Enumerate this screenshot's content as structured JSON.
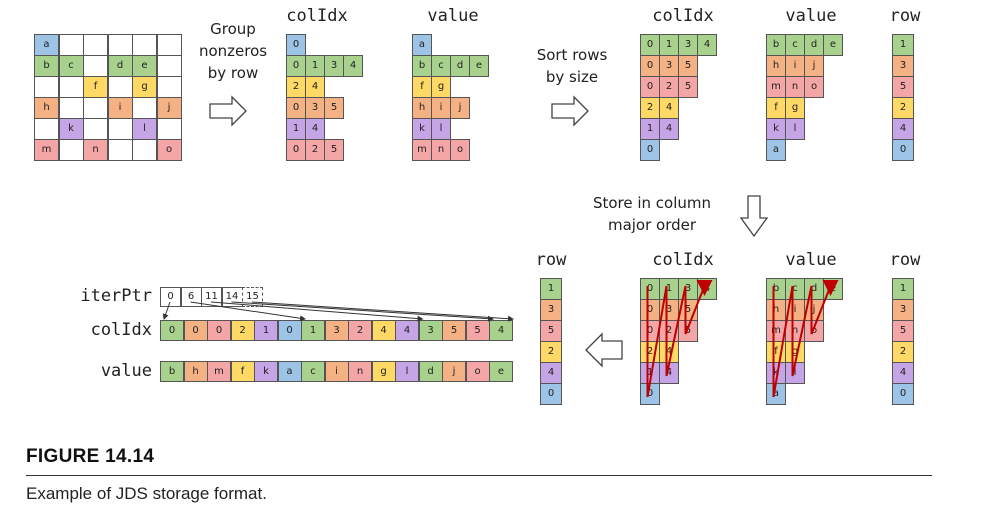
{
  "colors": {
    "blue": "#9dc3e6",
    "green": "#a9d18e",
    "orange": "#f4b183",
    "yellow": "#ffd966",
    "purple": "#c5a5e6",
    "pink": "#f4a6a6",
    "white": "#ffffff"
  },
  "matrix": [
    [
      "a",
      "",
      "",
      "",
      "",
      ""
    ],
    [
      "b",
      "c",
      "",
      "d",
      "e",
      ""
    ],
    [
      "",
      "",
      "f",
      "",
      "g",
      ""
    ],
    [
      "h",
      "",
      "",
      "i",
      "",
      "j"
    ],
    [
      "",
      "k",
      "",
      "",
      "l",
      ""
    ],
    [
      "m",
      "",
      "n",
      "",
      "",
      "o"
    ]
  ],
  "row_colors": [
    "blue",
    "green",
    "yellow",
    "orange",
    "purple",
    "pink"
  ],
  "grouped": {
    "colidx_header": "colIdx",
    "value_header": "value",
    "colidx": [
      [
        "0"
      ],
      [
        "0",
        "1",
        "3",
        "4"
      ],
      [
        "2",
        "4"
      ],
      [
        "0",
        "3",
        "5"
      ],
      [
        "1",
        "4"
      ],
      [
        "0",
        "2",
        "5"
      ]
    ],
    "value": [
      [
        "a"
      ],
      [
        "b",
        "c",
        "d",
        "e"
      ],
      [
        "f",
        "g"
      ],
      [
        "h",
        "i",
        "j"
      ],
      [
        "k",
        "l"
      ],
      [
        "m",
        "n",
        "o"
      ]
    ]
  },
  "sorted": {
    "colidx_header": "colIdx",
    "value_header": "value",
    "row_header": "row",
    "order": [
      1,
      3,
      5,
      2,
      4,
      0
    ],
    "row": [
      "1",
      "3",
      "5",
      "2",
      "4",
      "0"
    ]
  },
  "steps": {
    "group": "Group nonzeros by row",
    "sort": "Sort rows by size",
    "store": "Store in column major order"
  },
  "jds": {
    "iterptr_label": "iterPtr",
    "colidx_label": "colIdx",
    "value_label": "value",
    "iterptr": [
      "0",
      "6",
      "11",
      "14",
      "15"
    ],
    "colidx": [
      "0",
      "0",
      "0",
      "2",
      "1",
      "0",
      "1",
      "3",
      "2",
      "4",
      "4",
      "3",
      "5",
      "5",
      "4"
    ],
    "value": [
      "b",
      "h",
      "m",
      "f",
      "k",
      "a",
      "c",
      "i",
      "n",
      "g",
      "l",
      "d",
      "j",
      "o",
      "e"
    ],
    "value_colors": [
      "green",
      "orange",
      "pink",
      "yellow",
      "purple",
      "blue",
      "green",
      "orange",
      "pink",
      "yellow",
      "purple",
      "green",
      "orange",
      "pink",
      "green"
    ]
  },
  "figure": {
    "title": "FIGURE 14.14",
    "caption": "Example of JDS storage format."
  }
}
